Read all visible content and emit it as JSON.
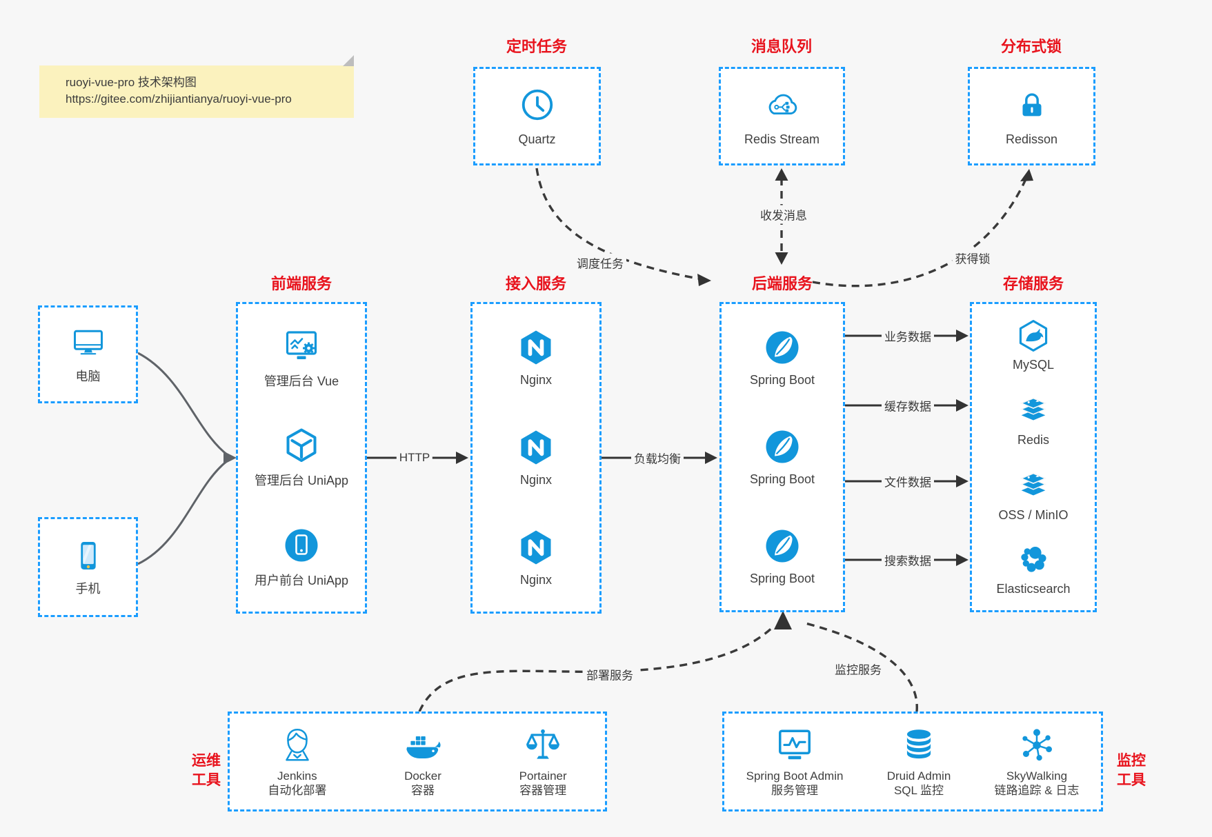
{
  "note": {
    "line1": "ruoyi-vue-pro 技术架构图",
    "line2": "https://gitee.com/zhijiantianya/ruoyi-vue-pro"
  },
  "colors": {
    "accent_blue": "#1296db",
    "box_border": "#1b9dff",
    "title_red": "#e8131d",
    "background": "#f7f7f7",
    "note_yellow": "#fbf2be"
  },
  "top_services": [
    {
      "title": "定时任务",
      "label": "Quartz",
      "icon": "clock-icon"
    },
    {
      "title": "消息队列",
      "label": "Redis Stream",
      "icon": "cloud-stream-icon"
    },
    {
      "title": "分布式锁",
      "label": "Redisson",
      "icon": "lock-icon"
    }
  ],
  "clients": [
    {
      "label": "电脑",
      "icon": "desktop-icon"
    },
    {
      "label": "手机",
      "icon": "phone-icon"
    }
  ],
  "columns": {
    "frontend": {
      "title": "前端服务",
      "items": [
        {
          "label": "管理后台 Vue",
          "icon": "admin-vue-icon"
        },
        {
          "label": "管理后台 UniApp",
          "icon": "uniapp-cube-icon"
        },
        {
          "label": "用户前台 UniApp",
          "icon": "user-app-icon"
        }
      ]
    },
    "gateway": {
      "title": "接入服务",
      "items": [
        {
          "label": "Nginx",
          "icon": "nginx-icon"
        },
        {
          "label": "Nginx",
          "icon": "nginx-icon"
        },
        {
          "label": "Nginx",
          "icon": "nginx-icon"
        }
      ]
    },
    "backend": {
      "title": "后端服务",
      "items": [
        {
          "label": "Spring Boot",
          "icon": "spring-boot-icon"
        },
        {
          "label": "Spring Boot",
          "icon": "spring-boot-icon"
        },
        {
          "label": "Spring Boot",
          "icon": "spring-boot-icon"
        }
      ]
    },
    "storage": {
      "title": "存储服务",
      "items": [
        {
          "label": "MySQL",
          "icon": "mysql-icon"
        },
        {
          "label": "Redis",
          "icon": "redis-stack-icon"
        },
        {
          "label": "OSS / MinIO",
          "icon": "storage-stack-icon"
        },
        {
          "label": "Elasticsearch",
          "icon": "elasticsearch-icon"
        }
      ]
    }
  },
  "ops_tools": {
    "side_label": [
      "运维",
      "工具"
    ],
    "items": [
      {
        "label": "Jenkins",
        "sublabel": "自动化部署",
        "icon": "jenkins-icon"
      },
      {
        "label": "Docker",
        "sublabel": "容器",
        "icon": "docker-icon"
      },
      {
        "label": "Portainer",
        "sublabel": "容器管理",
        "icon": "scale-icon"
      }
    ]
  },
  "monitor_tools": {
    "side_label": [
      "监控",
      "工具"
    ],
    "items": [
      {
        "label": "Spring Boot Admin",
        "sublabel": "服务管理",
        "icon": "monitor-pulse-icon"
      },
      {
        "label": "Druid Admin",
        "sublabel": "SQL 监控",
        "icon": "database-icon"
      },
      {
        "label": "SkyWalking",
        "sublabel": "链路追踪 & 日志",
        "icon": "topology-icon"
      }
    ]
  },
  "edges": {
    "http": "HTTP",
    "load_balance": "负载均衡",
    "schedule": "调度任务",
    "message": "收发消息",
    "lock": "获得锁",
    "biz_data": "业务数据",
    "cache_data": "缓存数据",
    "file_data": "文件数据",
    "search_data": "搜索数据",
    "deploy": "部署服务",
    "monitor": "监控服务"
  }
}
